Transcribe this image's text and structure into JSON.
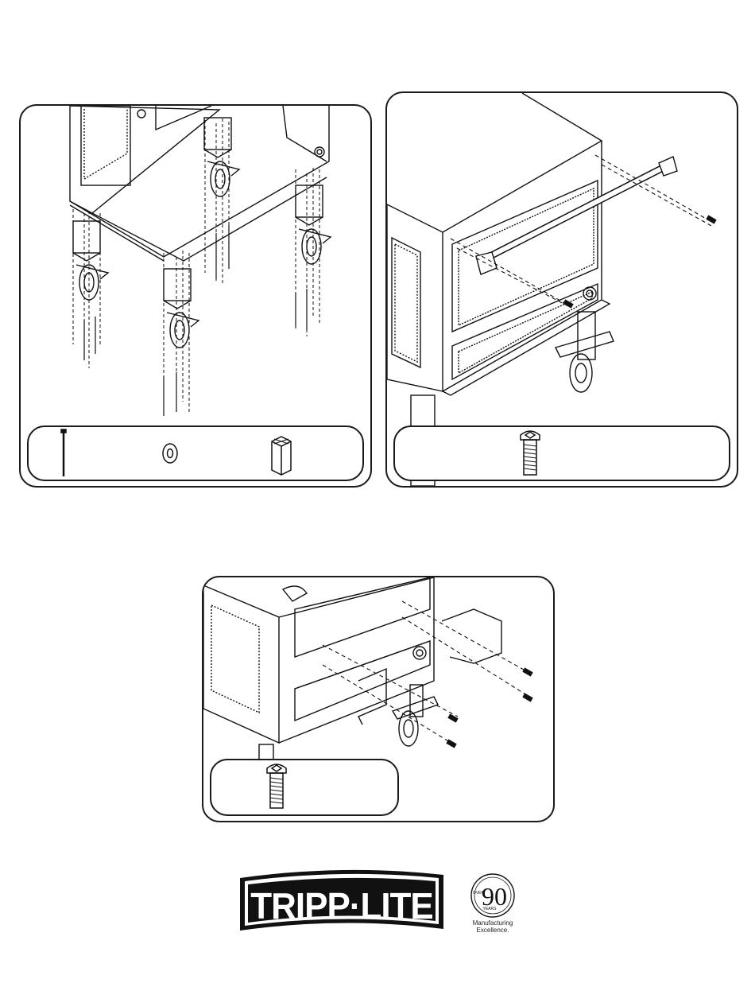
{
  "panels": [
    {
      "id": "casters",
      "parts": [
        "bolt",
        "washer",
        "spacer"
      ]
    },
    {
      "id": "handle",
      "parts": [
        "button-head-screw"
      ]
    },
    {
      "id": "cable-rings",
      "parts": [
        "button-head-screw"
      ]
    }
  ],
  "logo": {
    "brand": "TRIPP·LITE",
    "colors": {
      "ink": "#111111",
      "paper": "#ffffff"
    }
  },
  "badge": {
    "number": "90",
    "arc_top": "OVER",
    "arc_bottom": "YEARS",
    "caption_line1": "Manufacturing",
    "caption_line2": "Excellence."
  }
}
